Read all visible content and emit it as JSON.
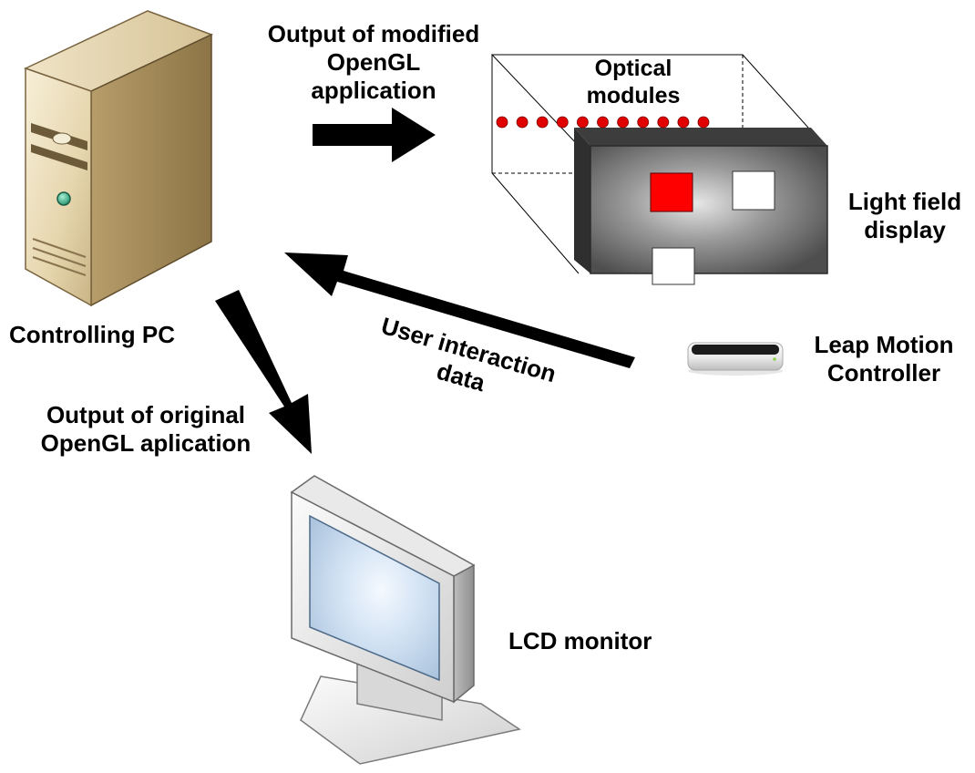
{
  "labels": {
    "modified_output": [
      "Output of modified",
      "OpenGL",
      "application"
    ],
    "optical_modules": [
      "Optical",
      "modules"
    ],
    "light_field_display": [
      "Light field",
      "display"
    ],
    "controlling_pc": "Controlling PC",
    "user_interaction": [
      "User interaction",
      "data"
    ],
    "leap_motion": [
      "Leap Motion",
      "Controller"
    ],
    "original_output": [
      "Output of original",
      "OpenGL aplication"
    ],
    "lcd_monitor": "LCD monitor"
  },
  "icons": {
    "pc": "desktop-tower-icon",
    "display": "light-field-display-icon",
    "sensor": "leap-motion-controller-icon",
    "monitor": "lcd-monitor-icon"
  },
  "colors": {
    "arrow": "#000000",
    "optical_dots": "#e00000",
    "display_face": "#5a5a5a",
    "red_square": "#ff0000",
    "pc_case": "#e4d4ae"
  }
}
